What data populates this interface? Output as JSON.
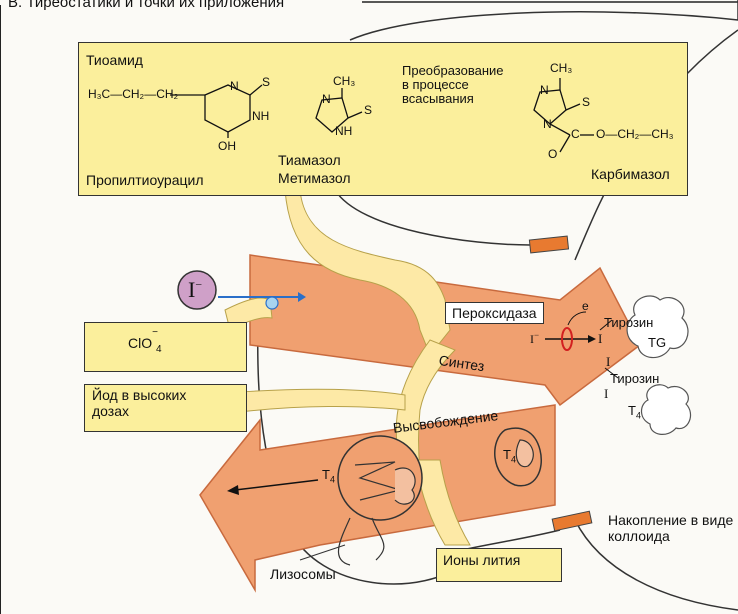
{
  "section_title": "В. Тиреостатики и точки их приложения",
  "top_box": {
    "heading": "Тиоамид",
    "ptu_name": "Пропилтиоурацил",
    "ptu_chain": "H₃C—CH₂—CH₂",
    "ptu_atoms": {
      "n1": "N",
      "nh": "NH",
      "s": "S",
      "oh": "OH"
    },
    "thiamazole_name": "Тиамазол",
    "methimazole_name": "Метимазол",
    "thiamazole_atoms": {
      "ch3": "CH₃",
      "n": "N",
      "nh": "NH",
      "s": "S"
    },
    "conversion_label": [
      "Преобразование",
      "в процессе",
      "всасывания"
    ],
    "carbimazole_name": "Карбимазол",
    "carbimazole_atoms": {
      "ch3": "CH₃",
      "n1": "N",
      "n2": "N",
      "s": "S",
      "c": "C",
      "o_ring": "O",
      "o_chain": "O—CH₂—CH₃"
    }
  },
  "labels": {
    "iodide_symbol": "I",
    "iodide_charge": "−",
    "perchlorate": "ClO",
    "perchlorate_sub": "4",
    "perchlorate_sup": "−",
    "iodine_high_dose": "Йод в высоких дозах",
    "peroxidase": "Пероксидаза",
    "electron": "e",
    "i_minus": "I",
    "i_minus_sup": "−",
    "i_atom": "I",
    "tyrosine_1": "Тирозин",
    "tyrosine_2": "Тирозин",
    "tg": "TG",
    "t4_right": "T",
    "t4_sub": "4",
    "synthesis": "Синтез",
    "release": "Высвобождение",
    "t4_left": "T",
    "t4_mid": "T",
    "lithium_ions": "Ионы лития",
    "lysosomes": "Лизосомы",
    "colloid_storage": "Накопление в виде коллоида"
  },
  "colors": {
    "yellow_box": "#fbef9c",
    "orange_arrow": "#f0a070",
    "arrow_stroke": "#c86a3e",
    "pale_band": "#fde9a6",
    "background": "#fbfaf6",
    "accent_red": "#d22020",
    "accent_blue": "#2a6fc9",
    "iodide_circle": "#cfa0c8"
  }
}
